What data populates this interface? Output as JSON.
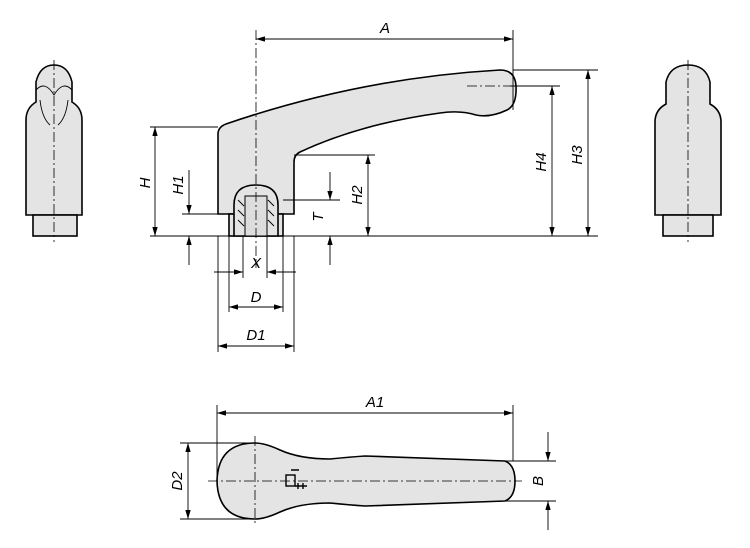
{
  "dimensions": {
    "A": "A",
    "A1": "A1",
    "B": "B",
    "D": "D",
    "D1": "D1",
    "D2": "D2",
    "H": "H",
    "H1": "H1",
    "H2": "H2",
    "H3": "H3",
    "H4": "H4",
    "T": "T",
    "X": "X"
  }
}
